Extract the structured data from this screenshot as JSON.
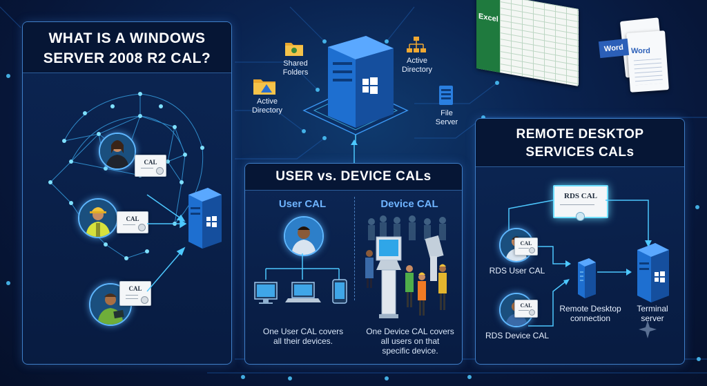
{
  "left_panel": {
    "title_line1": "WHAT IS A WINDOWS",
    "title_line2": "SERVER 2008 R2 CAL?",
    "cert_label": "CAL"
  },
  "center_panel": {
    "title": "USER vs. DEVICE CALs",
    "user_cal_label": "User CAL",
    "device_cal_label": "Device CAL",
    "user_caption_line1": "One User CAL covers",
    "user_caption_line2": "all their devices.",
    "device_caption_line1": "One Device CAL covers",
    "device_caption_line2": "all users on that",
    "device_caption_line3": "specific device."
  },
  "right_panel": {
    "title_line1": "REMOTE DESKTOP",
    "title_line2": "SERVICES CALs",
    "rds_cal_cert": "RDS CAL",
    "cert_label": "CAL",
    "rds_user_cal": "RDS User CAL",
    "rds_device_cal": "RDS Device CAL",
    "remote_desktop_line1": "Remote Desktop",
    "remote_desktop_line2": "connection",
    "terminal_line1": "Terminal",
    "terminal_line2": "server"
  },
  "top_services": {
    "shared_folders_line1": "Shared",
    "shared_folders_line2": "Folders",
    "active_directory_left_line1": "Active",
    "active_directory_left_line2": "Directory",
    "active_directory_right_line1": "Active",
    "active_directory_right_line2": "Directory",
    "file_server_line1": "File",
    "file_server_line2": "Server",
    "excel_label": "Excel",
    "word_label_1": "Word",
    "word_label_2": "Word"
  },
  "colors": {
    "accent_blue": "#3f8fff",
    "panel_border": "#3f7fc8",
    "server_blue": "#2a7fe0",
    "excel_green": "#1f7a3e",
    "word_blue": "#2b5fb8"
  }
}
